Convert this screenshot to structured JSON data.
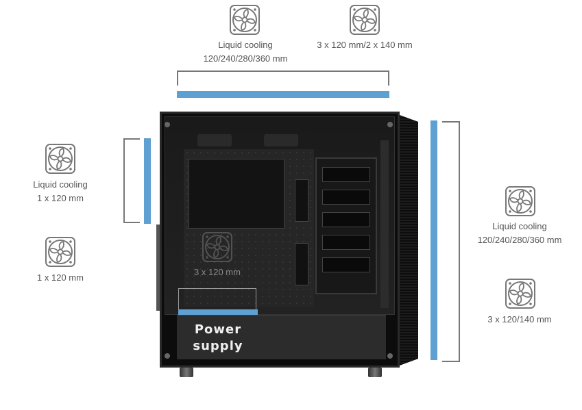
{
  "labels": {
    "top_left_1": "Liquid cooling",
    "top_left_2": "120/240/280/360 mm",
    "top_right": "3 x 120 mm/2 x 140 mm",
    "left_top_1": "Liquid cooling",
    "left_top_2": "1 x 120 mm",
    "left_bottom": "1 x 120 mm",
    "inner": "3 x 120 mm",
    "right_top_1": "Liquid cooling",
    "right_top_2": "120/240/280/360 mm",
    "right_bottom": "3 x 120/140 mm",
    "psu_1": "Power",
    "psu_2": "supply"
  },
  "icons": {
    "fan": "fan-icon"
  },
  "colors": {
    "accent_bar": "#5fa0d2",
    "bracket": "#777777",
    "label_text": "#555555",
    "case": "#0c0c0c"
  }
}
